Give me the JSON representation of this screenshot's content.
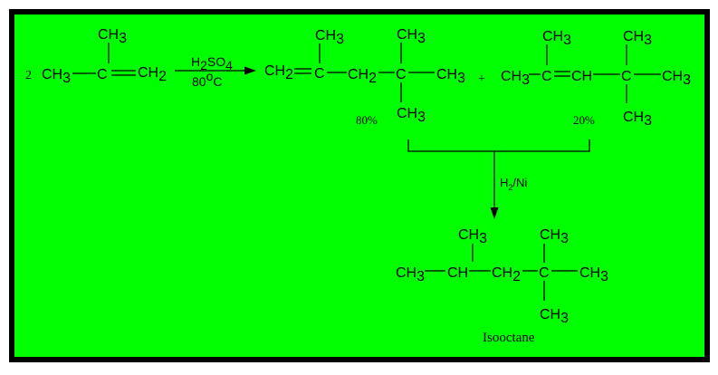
{
  "colors": {
    "background": "#00ff00",
    "frame": "#000000",
    "ink": "#000000"
  },
  "reaction": {
    "coefficient": "2",
    "reagent_top": "H",
    "reagent_top_sub": "2",
    "reagent_top_rest": "SO",
    "reagent_top_sub2": "4",
    "reagent_bottom": "80",
    "reagent_bottom_deg": "o",
    "reagent_bottom_unit": "C",
    "plus": "+",
    "yield_major": "80%",
    "yield_minor": "20%",
    "hydrogenation_reagent": "H",
    "hydrogenation_sub": "2",
    "hydrogenation_rest": "/Ni",
    "product_name": "Isooctane"
  },
  "groups": {
    "ch3": "CH",
    "ch3_sub": "3",
    "ch2": "CH",
    "ch2_sub": "2",
    "c": "C",
    "ch": "CH"
  }
}
